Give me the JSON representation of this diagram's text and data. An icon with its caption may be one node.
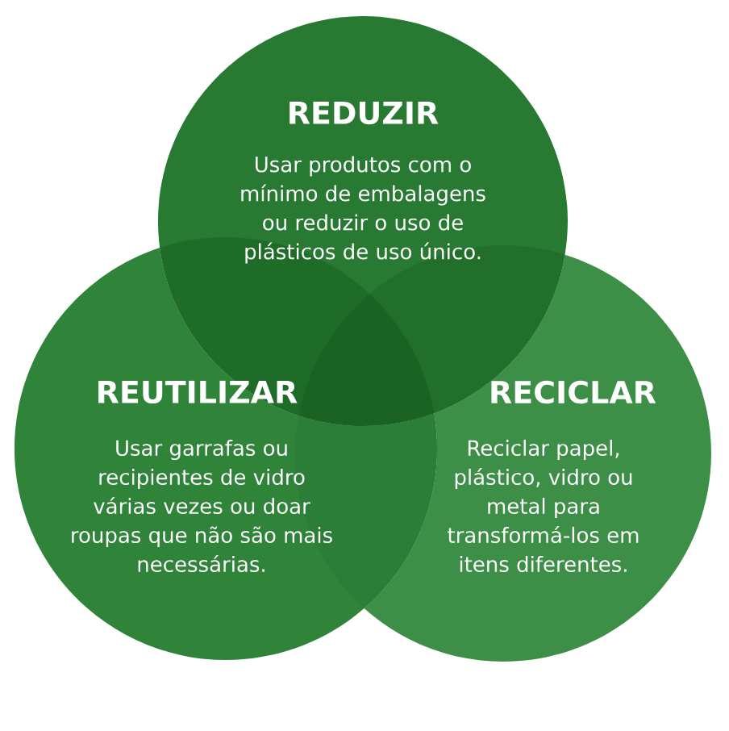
{
  "diagram": {
    "nodes": [
      {
        "text": [
          "REDUZIR",
          "Usar produtos com o mínimo de embalagens ou reduzir o uso de plásticos de uso único."
        ]
      },
      {
        "text": [
          "REUTILIZAR",
          "Usar garrafas ou recipientes de vidro várias vezes ou doar roupas que não são mais necessárias."
        ]
      },
      {
        "text": [
          "RECICLAR",
          "Reciclar papel, plástico, vidro ou metal para transformá-los em itens diferentes."
        ]
      }
    ]
  }
}
